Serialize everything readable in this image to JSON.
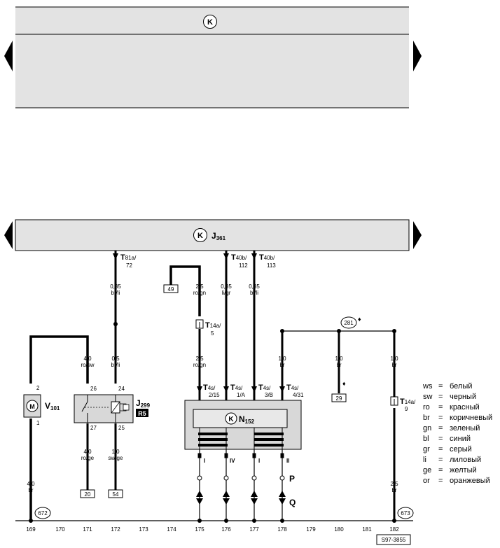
{
  "top_panel": {
    "symbol": "K"
  },
  "bottom_panel": {
    "symbol": "K",
    "unit": "J",
    "unit_sub": "361"
  },
  "connectors_top": {
    "t81a": {
      "name": "T",
      "sub": "81a/",
      "pin": "72"
    },
    "t40b_112": {
      "name": "T",
      "sub": "40b/",
      "pin": "112"
    },
    "t40b_113": {
      "name": "T",
      "sub": "40b/",
      "pin": "113"
    }
  },
  "wires": {
    "w1": {
      "size": "0,35",
      "color": "br/li"
    },
    "w2": {
      "size": "0,5",
      "color": "br/li"
    },
    "w3": {
      "size": "1,0",
      "color": "sw/ge"
    },
    "w4": {
      "size": "2,5",
      "color": "ro/gn"
    },
    "w5": {
      "size": "2,5",
      "color": "ro/gn"
    },
    "w6": {
      "size": "0,35",
      "color": "li/gr"
    },
    "w7": {
      "size": "0,35",
      "color": "bl/li"
    },
    "w8": {
      "size": "1,0",
      "color": "br"
    },
    "w9": {
      "size": "1,0",
      "color": "br"
    },
    "w10": {
      "size": "1,0",
      "color": "br"
    },
    "w11": {
      "size": "4,0",
      "color": "ro/sw"
    },
    "w12": {
      "size": "4,0",
      "color": "ro/ge"
    },
    "w13": {
      "size": "4,0",
      "color": "br"
    },
    "w14": {
      "size": "2,5",
      "color": "br"
    }
  },
  "components": {
    "motor": {
      "label": "V",
      "sub": "101",
      "symbol": "M",
      "pin_top": "2",
      "pin_bottom": "1"
    },
    "relay": {
      "label": "J",
      "sub": "299",
      "badge": "R5",
      "p26": "26",
      "p24": "24",
      "p27": "27",
      "p25": "25"
    },
    "valve": {
      "label": "N",
      "sub": "152",
      "symbol": "K"
    }
  },
  "plugs": {
    "t4s_215": {
      "name": "T",
      "sub": "4s/",
      "pin": "2/15"
    },
    "t4s_1a": {
      "name": "T",
      "sub": "4s/",
      "pin": "1/A"
    },
    "t4s_3b": {
      "name": "T",
      "sub": "4s/",
      "pin": "3/B"
    },
    "t4s_431": {
      "name": "T",
      "sub": "4s/",
      "pin": "4/31"
    },
    "t14a_5": {
      "name": "T",
      "sub": "14a/",
      "pin": "5"
    },
    "t14a_9": {
      "name": "T",
      "sub": "14a/",
      "pin": "9"
    }
  },
  "refs": {
    "r49": "49",
    "r20": "20",
    "r54": "54",
    "r29": "29",
    "r281": "281",
    "r672": "672",
    "r673": "673"
  },
  "valve_labels": {
    "i1": "I",
    "iv": "IV",
    "i2": "I",
    "ii": "II",
    "p": "P",
    "q": "Q"
  },
  "diamond": "♦",
  "axis": [
    "169",
    "170",
    "171",
    "172",
    "173",
    "174",
    "175",
    "176",
    "177",
    "178",
    "179",
    "180",
    "181",
    "182"
  ],
  "legend": [
    {
      "code": "ws",
      "eq": "=",
      "name": "белый"
    },
    {
      "code": "sw",
      "eq": "=",
      "name": "черный"
    },
    {
      "code": "ro",
      "eq": "=",
      "name": "красный"
    },
    {
      "code": "br",
      "eq": "=",
      "name": "коричневый"
    },
    {
      "code": "gn",
      "eq": "=",
      "name": "зеленый"
    },
    {
      "code": "bl",
      "eq": "=",
      "name": "синий"
    },
    {
      "code": "gr",
      "eq": "=",
      "name": "серый"
    },
    {
      "code": "li",
      "eq": "=",
      "name": "лиловый"
    },
    {
      "code": "ge",
      "eq": "=",
      "name": "желтый"
    },
    {
      "code": "or",
      "eq": "=",
      "name": "оранжевый"
    }
  ],
  "drawing_id": "S97-3855"
}
